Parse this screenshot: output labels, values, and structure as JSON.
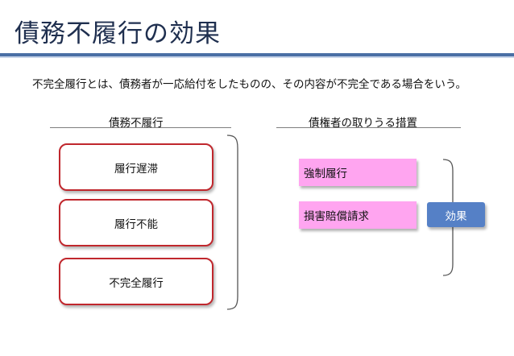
{
  "slide": {
    "title": "債務不履行の効果",
    "definition": "不完全履行とは、債務者が一応給付をしたものの、その内容が不完全である場合をいう。"
  },
  "left_column": {
    "heading": "債務不履行",
    "types": [
      "履行遅滞",
      "履行不能",
      "不完全履行"
    ]
  },
  "right_column": {
    "heading": "債権者の取りうる措置",
    "remedies": [
      "強制履行",
      "損害賠償請求"
    ]
  },
  "effect_label": "効果",
  "colors": {
    "title_rule": "#4a6fa5",
    "type_border": "#c0272d",
    "remedy_fill": "#ffa5f0",
    "effect_fill": "#5580c6"
  }
}
